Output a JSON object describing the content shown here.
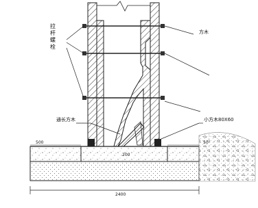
{
  "diagram": {
    "labels": {
      "left_vertical": "拉杆螺栓",
      "square_timber": "方木",
      "through_long_square_timber": "通长方木",
      "small_square_timber": "小方木80X60"
    },
    "dimensions": {
      "left_500": "500",
      "right_50": "50",
      "center_200": "200",
      "bottom_total": "2400"
    }
  }
}
